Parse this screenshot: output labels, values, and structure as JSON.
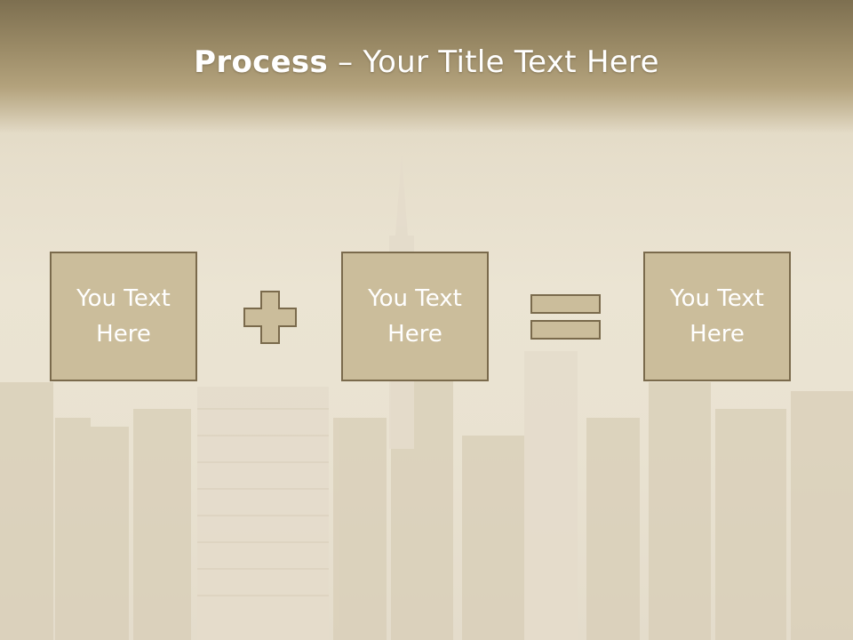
{
  "slide": {
    "title_bold": "Process",
    "title_rest": " – Your Title Text Here",
    "boxes": [
      {
        "text": "You Text\nHere"
      },
      {
        "text": "You Text\nHere"
      },
      {
        "text": "You Text\nHere"
      }
    ],
    "operators": [
      "plus-icon",
      "equals-icon"
    ],
    "colors": {
      "box_fill": "#cbbd9b",
      "box_border": "#7a6a4c",
      "header": "#9a8a66",
      "text": "#ffffff"
    }
  }
}
